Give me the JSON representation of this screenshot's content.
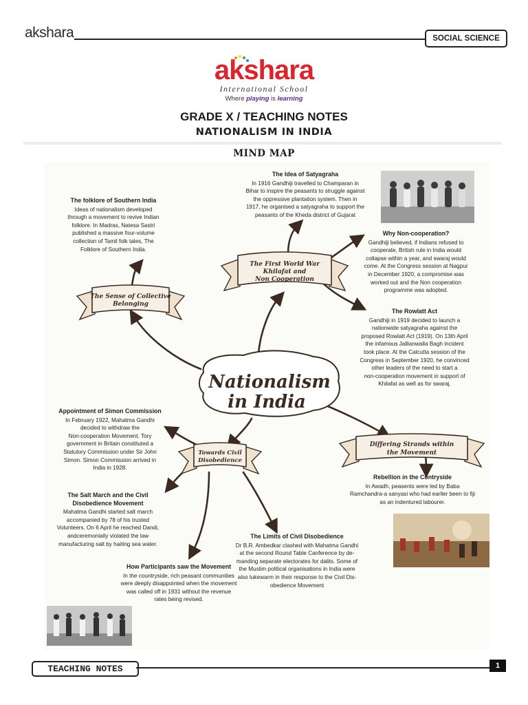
{
  "header": {
    "logo_text": "akshara",
    "subject": "SOCIAL SCIENCE"
  },
  "school": {
    "name": "akshara",
    "subtitle": "International School",
    "tagline_pre": "Where ",
    "tagline_play": "playing",
    "tagline_mid": " is ",
    "tagline_learn": "learning"
  },
  "titles": {
    "grade": "GRADE X / TEACHING NOTES",
    "chapter": "NATIONALISM IN INDIA",
    "mindmap": "MIND MAP"
  },
  "mindmap": {
    "center_line1": "Nationalism",
    "center_line2": "in India",
    "banners": {
      "first_war_1": "The First World War",
      "first_war_2": "Khilafat and",
      "first_war_3": "Non Cooperation",
      "collective_1": "The Sense of Collective",
      "collective_2": "Belonging",
      "civil_1": "Towards Civil",
      "civil_2": "Disobedience",
      "strands_1": "Differing Strands within",
      "strands_2": "the Movement"
    },
    "nodes": {
      "satyagraha": {
        "heading": "The Idea of Satyagraha",
        "lines": [
          "In 1916 Gandhiji travelled to Champaran in",
          "Bihar to inspire the peasants to struggle against",
          "the oppressive plantation system. Then in",
          "1917, he organised a satyagraha to support the",
          "peasants of the Kheda district of Gujarat"
        ]
      },
      "folklore": {
        "heading": "The folklore of Southern India",
        "lines": [
          "Ideas of nationalism developed",
          "through a movement to revive Indian",
          "folklore. In Madras, Natesa Sastri",
          "published a massive four-volume",
          "collection of Tamil folk tales, The",
          "Folklore of Southern India."
        ]
      },
      "noncoop": {
        "heading": "Why Non-cooperation?",
        "lines": [
          "Gandhiji believed, if Indians refused to",
          "cooperate, British rule in India would",
          "collapse within a year, and swaraj would",
          "come. At the Congress session at Nagpur",
          "in December 1920, a compromise was",
          "worked out and the Non cooperation",
          "programme was adopted."
        ]
      },
      "rowlatt": {
        "heading": "The Rowlatt Act",
        "lines": [
          "Gandhiji in 1919 decided to launch a",
          "nationwide satyagraha against the",
          "proposed Rowlatt Act (1919). On 13th April",
          "the infamous Jallianwalla Bagh incident",
          "took place. At the Calcutta session of the",
          "Congress in September 1920, he convinced",
          "other leaders of the need to start a",
          "non-cooperation movement in support of",
          "Khilafat as well as for swaraj."
        ]
      },
      "simon": {
        "heading": "Appointment of Simon Commission",
        "lines": [
          "In February 1922, Mahatma Gandhi",
          "decided to withdraw the",
          "Non-cooperation Movement. Tory",
          "government in Britain constituted a",
          "Statutory Commission under Sir John",
          "Simon. Simon Commission arrived in",
          "India in 1928."
        ]
      },
      "salt": {
        "heading1": "The Salt March and the Civil",
        "heading2": "Disobedience Movement",
        "lines": [
          "Mahatma Gandhi started salt march",
          "accompanied by 78 of his trusted",
          "Volunteers. On 6 April he reached Dandi,",
          "andceremonially violated the law",
          "manufacturing salt by  haiting sea water."
        ]
      },
      "participants": {
        "heading": "How Participants saw the Movement",
        "lines": [
          "In the countryside, rich peasant communities",
          "were deeply disappointed when the movement",
          "was called off in 1931 without the revenue",
          "rates being revised."
        ]
      },
      "limits": {
        "heading": "The Limits of Civil Disobedience",
        "lines": [
          "Dr B.R. Ambedkar clashed with Mahatma Gandhi",
          "at the second Round Table Canference by de-",
          "manding separate electorates for dalits. Some of",
          "the Muslim political organisations in India were",
          "also lukewarm in their response to the Civil Dis-",
          "obedience Movement"
        ]
      },
      "rebellion": {
        "heading": "Rebellion in the Contryside",
        "lines": [
          "In Awadh, peasents were led by Baba",
          "Ramchandra-a sanyasi who had earlier been to fiji",
          "as an indentured labourer."
        ]
      }
    }
  },
  "footer": {
    "label": "TEACHING NOTES",
    "page": "1"
  },
  "colors": {
    "brand_red": "#d8262c",
    "ink": "#3b2a20",
    "banner": "#f6efe6"
  }
}
